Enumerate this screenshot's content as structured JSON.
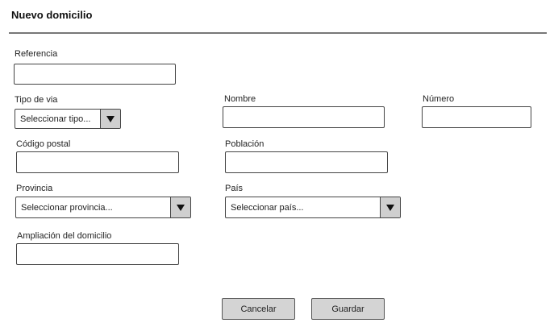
{
  "header": {
    "title": "Nuevo domicilio"
  },
  "form": {
    "referencia": {
      "label": "Referencia",
      "value": ""
    },
    "tipo_via": {
      "label": "Tipo de via",
      "selected": "Seleccionar tipo..."
    },
    "nombre": {
      "label": "Nombre",
      "value": ""
    },
    "numero": {
      "label": "Número",
      "value": ""
    },
    "codigo_postal": {
      "label": "Código postal",
      "value": ""
    },
    "poblacion": {
      "label": "Población",
      "value": ""
    },
    "provincia": {
      "label": "Provincia",
      "selected": "Seleccionar provincia..."
    },
    "pais": {
      "label": "País",
      "selected": "Seleccionar país..."
    },
    "ampliacion": {
      "label": "Ampliación del domicilio",
      "value": ""
    }
  },
  "actions": {
    "cancel_label": "Cancelar",
    "save_label": "Guardar"
  },
  "icons": {
    "dropdown": "caret-down-icon"
  },
  "colors": {
    "button_bg": "#d4d4d4",
    "dropdown_arrow_bg": "#cfcfcf",
    "border": "#444444"
  }
}
